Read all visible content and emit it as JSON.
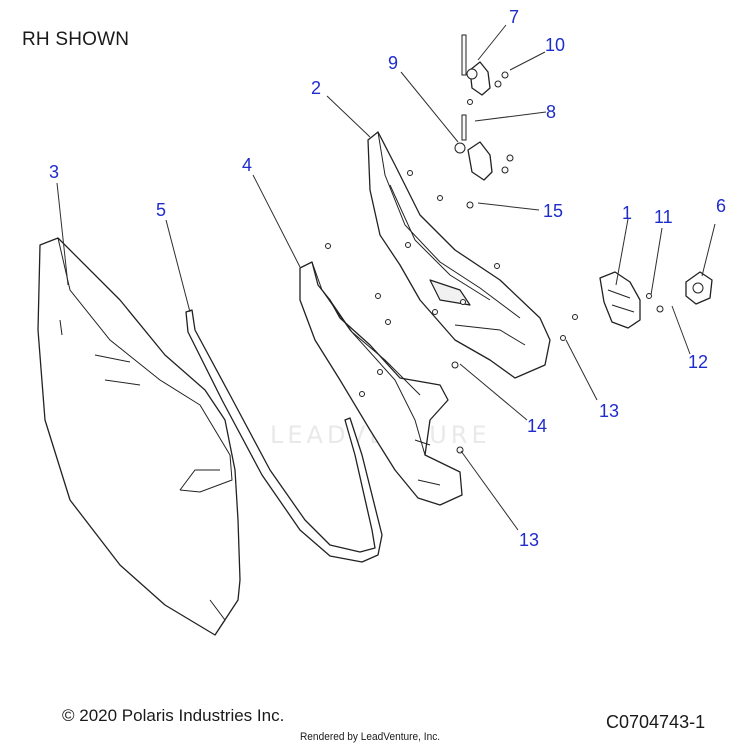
{
  "view_label": "RH SHOWN",
  "copyright": "© 2020 Polaris Industries Inc.",
  "rendered_by": "Rendered by LeadVenture, Inc.",
  "diagram_id": "C0704743-1",
  "watermark": "LEADVENTURE",
  "callouts": [
    "1",
    "2",
    "3",
    "4",
    "5",
    "6",
    "7",
    "8",
    "9",
    "10",
    "11",
    "12",
    "13",
    "13",
    "14",
    "15"
  ],
  "colors": {
    "callout": "#1f2ccc",
    "line": "#222222",
    "text": "#1a1a1a"
  }
}
